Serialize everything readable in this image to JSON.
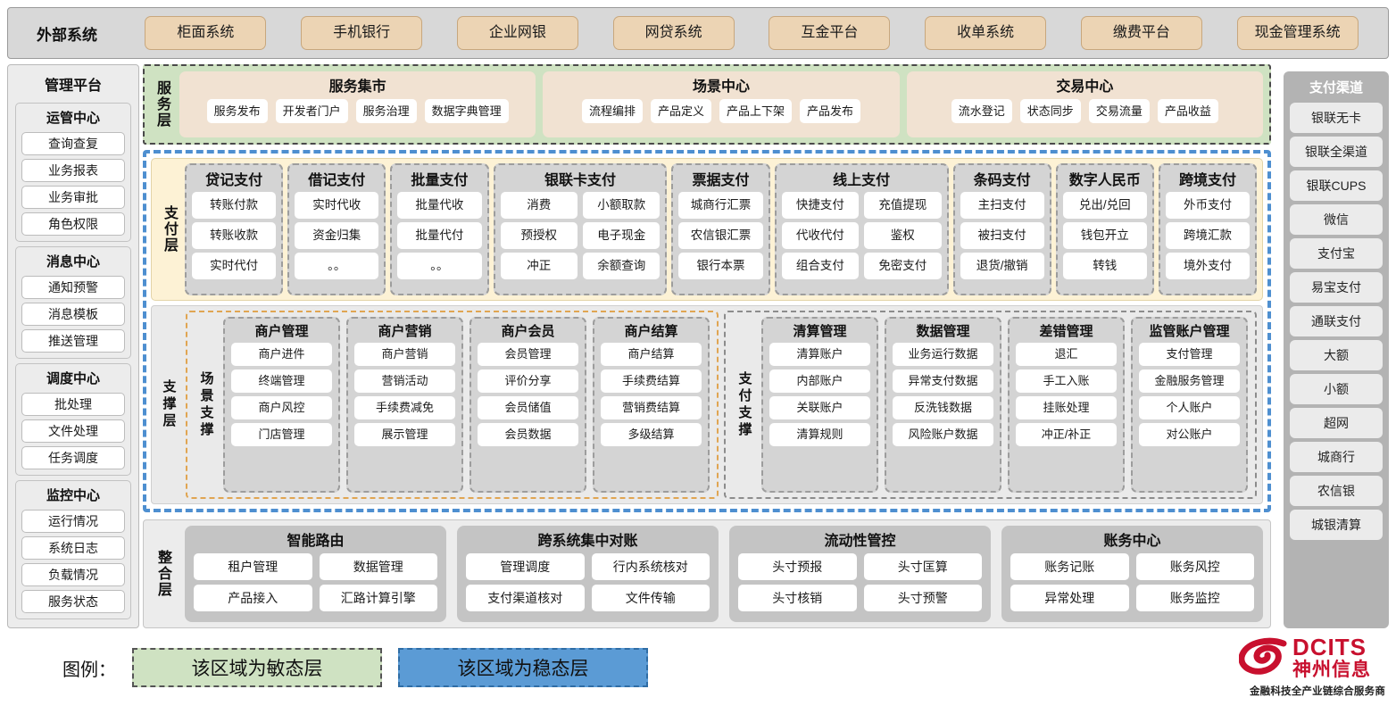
{
  "external": {
    "title": "外部系统",
    "items": [
      "柜面系统",
      "手机银行",
      "企业网银",
      "网贷系统",
      "互金平台",
      "收单系统",
      "缴费平台",
      "现金管理系统"
    ]
  },
  "left_sidebar": {
    "title": "管理平台",
    "groups": [
      {
        "title": "运管中心",
        "items": [
          "查询查复",
          "业务报表",
          "业务审批",
          "角色权限"
        ]
      },
      {
        "title": "消息中心",
        "items": [
          "通知预警",
          "消息模板",
          "推送管理"
        ]
      },
      {
        "title": "调度中心",
        "items": [
          "批处理",
          "文件处理",
          "任务调度"
        ]
      },
      {
        "title": "监控中心",
        "items": [
          "运行情况",
          "系统日志",
          "负载情况",
          "服务状态"
        ]
      }
    ]
  },
  "right_sidebar": {
    "title": "支付渠道",
    "items": [
      "银联无卡",
      "银联全渠道",
      "银联CUPS",
      "微信",
      "支付宝",
      "易宝支付",
      "通联支付",
      "大额",
      "小额",
      "超网",
      "城商行",
      "农信银",
      "城银清算"
    ]
  },
  "service_layer": {
    "label": "服务层",
    "groups": [
      {
        "title": "服务集市",
        "items": [
          "服务发布",
          "开发者门户",
          "服务治理",
          "数据字典管理"
        ]
      },
      {
        "title": "场景中心",
        "items": [
          "流程编排",
          "产品定义",
          "产品上下架",
          "产品发布"
        ]
      },
      {
        "title": "交易中心",
        "items": [
          "流水登记",
          "状态同步",
          "交易流量",
          "产品收益"
        ]
      }
    ]
  },
  "payment_layer": {
    "label": "支付层",
    "groups": [
      {
        "title": "贷记支付",
        "columns": 1,
        "items": [
          "转账付款",
          "转账收款",
          "实时代付"
        ]
      },
      {
        "title": "借记支付",
        "columns": 1,
        "items": [
          "实时代收",
          "资金归集",
          "。。"
        ]
      },
      {
        "title": "批量支付",
        "columns": 1,
        "items": [
          "批量代收",
          "批量代付",
          "。。"
        ]
      },
      {
        "title": "银联卡支付",
        "columns": 2,
        "items": [
          "消费",
          "小额取款",
          "预授权",
          "电子现金",
          "冲正",
          "余额查询"
        ]
      },
      {
        "title": "票据支付",
        "columns": 1,
        "items": [
          "城商行汇票",
          "农信银汇票",
          "银行本票"
        ]
      },
      {
        "title": "线上支付",
        "columns": 2,
        "items": [
          "快捷支付",
          "充值提现",
          "代收代付",
          "鉴权",
          "组合支付",
          "免密支付"
        ]
      },
      {
        "title": "条码支付",
        "columns": 1,
        "items": [
          "主扫支付",
          "被扫支付",
          "退货/撤销"
        ]
      },
      {
        "title": "数字人民币",
        "columns": 1,
        "items": [
          "兑出/兑回",
          "钱包开立",
          "转钱"
        ]
      },
      {
        "title": "跨境支付",
        "columns": 1,
        "items": [
          "外币支付",
          "跨境汇款",
          "境外支付"
        ]
      }
    ]
  },
  "support_layer": {
    "label": "支撑层",
    "blocks": [
      {
        "label": "场景支撑",
        "groups": [
          {
            "title": "商户管理",
            "items": [
              "商户进件",
              "终端管理",
              "商户风控",
              "门店管理"
            ]
          },
          {
            "title": "商户营销",
            "items": [
              "商户营销",
              "营销活动",
              "手续费减免",
              "展示管理"
            ]
          },
          {
            "title": "商户会员",
            "items": [
              "会员管理",
              "评价分享",
              "会员储值",
              "会员数据"
            ]
          },
          {
            "title": "商户结算",
            "items": [
              "商户结算",
              "手续费结算",
              "营销费结算",
              "多级结算"
            ]
          }
        ]
      },
      {
        "label": "支付支撑",
        "groups": [
          {
            "title": "清算管理",
            "items": [
              "清算账户",
              "内部账户",
              "关联账户",
              "清算规则"
            ]
          },
          {
            "title": "数据管理",
            "items": [
              "业务运行数据",
              "异常支付数据",
              "反洗钱数据",
              "风险账户数据"
            ]
          },
          {
            "title": "差错管理",
            "items": [
              "退汇",
              "手工入账",
              "挂账处理",
              "冲正/补正"
            ]
          },
          {
            "title": "监管账户管理",
            "items": [
              "支付管理",
              "金融服务管理",
              "个人账户",
              "对公账户"
            ]
          }
        ]
      }
    ]
  },
  "integration_layer": {
    "label": "整合层",
    "groups": [
      {
        "title": "智能路由",
        "rows": [
          [
            "租户管理",
            "数据管理"
          ],
          [
            "产品接入",
            "汇路计算引擎"
          ]
        ]
      },
      {
        "title": "跨系统集中对账",
        "rows": [
          [
            "管理调度",
            "行内系统核对"
          ],
          [
            "支付渠道核对",
            "文件传输"
          ]
        ]
      },
      {
        "title": "流动性管控",
        "rows": [
          [
            "头寸预报",
            "头寸匡算"
          ],
          [
            "头寸核销",
            "头寸预警"
          ]
        ]
      },
      {
        "title": "账务中心",
        "rows": [
          [
            "账务记账",
            "账务风控"
          ],
          [
            "异常处理",
            "账务监控"
          ]
        ]
      }
    ]
  },
  "legend": {
    "label": "图例：",
    "agile": "该区域为敏态层",
    "stable": "该区域为稳态层",
    "agile_color": "#cfe2c2",
    "stable_color": "#5b9bd5"
  },
  "logo": {
    "brand": "DCITS",
    "name": "神州信息",
    "tagline": "金融科技全产业链综合服务商",
    "color": "#c8102e"
  }
}
